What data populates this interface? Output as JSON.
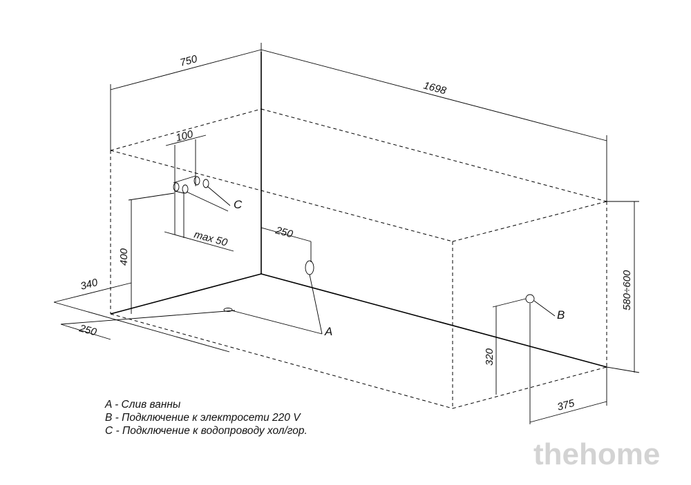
{
  "dimensions": {
    "width_750": "750",
    "length_1698": "1698",
    "pipe_spacing_100": "100",
    "max_50": "max 50",
    "drain_offset_250": "250",
    "pipe_height_400": "400",
    "side_offset_340": "340",
    "side_offset_250": "250",
    "socket_height_320": "320",
    "socket_offset_375": "375",
    "tub_height": "580÷600"
  },
  "markers": {
    "a": "A",
    "b": "B",
    "c": "C"
  },
  "legend": [
    "A - Слив ванны",
    "B - Подключение к электросети 220 V",
    "C - Подключение к водопроводу хол/гор."
  ],
  "watermark": "thehome"
}
